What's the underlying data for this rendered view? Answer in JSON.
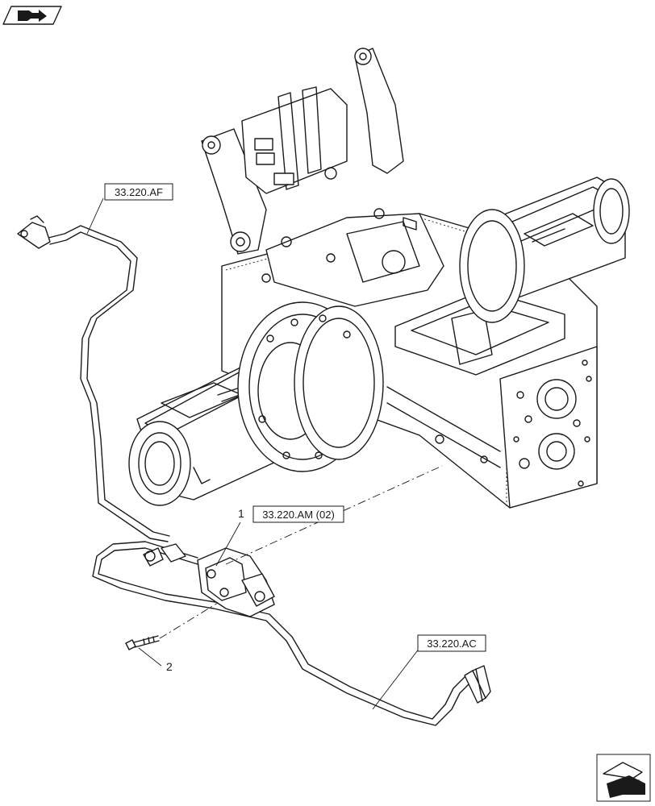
{
  "references": {
    "ref_af": "33.220.AF",
    "ref_am": "33.220.AM (02)",
    "ref_ac": "33.220.AC"
  },
  "callouts": {
    "item_1": "1",
    "item_2": "2"
  },
  "icons": {
    "top_left": "book-arrow-icon",
    "bottom_right": "next-page-arrow-icon"
  },
  "colors": {
    "line": "#1a1a1a",
    "background": "#ffffff"
  }
}
